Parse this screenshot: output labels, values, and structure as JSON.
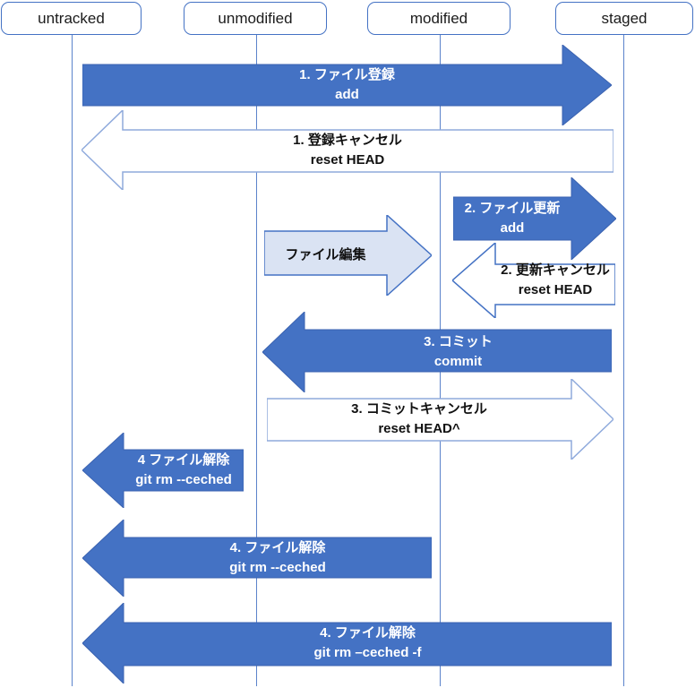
{
  "states": [
    {
      "label": "untracked"
    },
    {
      "label": "unmodified"
    },
    {
      "label": "modified"
    },
    {
      "label": "staged"
    }
  ],
  "arrows": [
    {
      "line1": "1. ファイル登録",
      "line2": "add"
    },
    {
      "line1": "1. 登録キャンセル",
      "line2": "reset HEAD"
    },
    {
      "line1": "ファイル編集",
      "line2": ""
    },
    {
      "line1": "2. ファイル更新",
      "line2": "add"
    },
    {
      "line1": "2. 更新キャンセル",
      "line2": "reset HEAD"
    },
    {
      "line1": "3. コミット",
      "line2": "commit"
    },
    {
      "line1": "3. コミットキャンセル",
      "line2": "reset HEAD^"
    },
    {
      "line1": "4 ファイル解除",
      "line2": "git rm --ceched"
    },
    {
      "line1": "4. ファイル解除",
      "line2": "git rm --ceched"
    },
    {
      "line1": "4. ファイル解除",
      "line2": "git rm –ceched -f"
    }
  ],
  "colors": {
    "arrow_blue": "#4472c4",
    "arrow_blue_edge": "#3a62b0",
    "arrow_light_fill": "#dae3f3",
    "outline_light": "#8faadc",
    "outline_mid": "#4472c4",
    "lifeline": "#5b83cb",
    "box_border": "#4472c4",
    "text_dark": "#111111",
    "text_light": "#ffffff"
  }
}
